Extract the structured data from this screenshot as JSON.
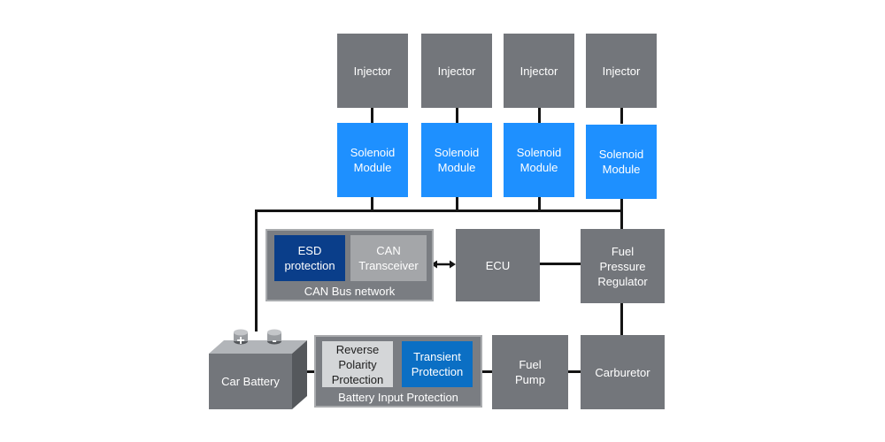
{
  "injectors": [
    "Injector",
    "Injector",
    "Injector",
    "Injector"
  ],
  "solenoids": [
    "Solenoid\nModule",
    "Solenoid\nModule",
    "Solenoid\nModule",
    "Solenoid\nModule"
  ],
  "can_group": {
    "esd": "ESD\nprotection",
    "transceiver": "CAN\nTransceiver",
    "label": "CAN Bus network"
  },
  "ecu": "ECU",
  "fuel_pressure_regulator": "Fuel\nPressure\nRegulator",
  "car_battery": {
    "label": "Car Battery",
    "plus": "+",
    "minus": "-"
  },
  "battery_group": {
    "reverse": "Reverse\nPolarity\nProtection",
    "transient": "Transient\nProtection",
    "label": "Battery Input Protection"
  },
  "fuel_pump": "Fuel\nPump",
  "carburetor": "Carburetor",
  "colors": {
    "box_gray": "#73767b",
    "solenoid_blue": "#1e90ff",
    "esd_blue": "#0a3e8a",
    "transient_blue": "#0b6fc4",
    "line": "#141414"
  }
}
